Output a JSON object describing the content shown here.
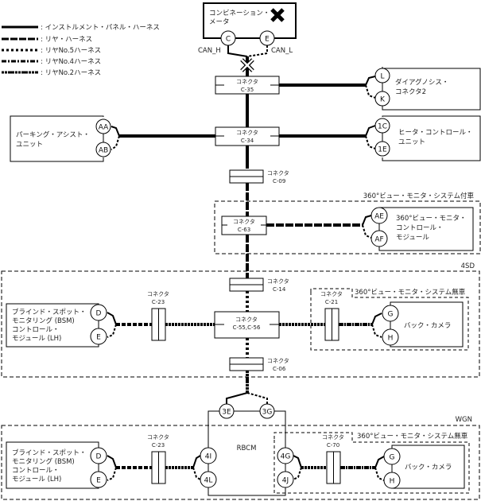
{
  "legend": [
    {
      "style": "solid",
      "label": ": インストルメント・パネル・ハーネス"
    },
    {
      "style": "dash",
      "label": ": リヤ・ハーネス"
    },
    {
      "style": "dot",
      "label": ": リヤNo.5ハーネス"
    },
    {
      "style": "dashdot",
      "label": ": リヤNo.4ハーネス"
    },
    {
      "style": "dashdotdot",
      "label": ": リヤNo.2ハーネス"
    }
  ],
  "combination_meter": {
    "label_line1": "コンビネーション・",
    "label_line2": "メータ",
    "pin_c": "C",
    "pin_e": "E",
    "can_h": "CAN_H",
    "can_l": "CAN_L"
  },
  "connectors": {
    "c35": {
      "line1": "コネクタ",
      "line2": "C-35"
    },
    "c34": {
      "line1": "コネクタ",
      "line2": "C-34"
    },
    "c09": {
      "line1": "コネクタ",
      "line2": "C-09"
    },
    "c63": {
      "line1": "コネクタ",
      "line2": "C-63"
    },
    "c14": {
      "line1": "コネクタ",
      "line2": "C-14"
    },
    "c55": {
      "line1": "コネクタ",
      "line2": "C-55,C-56"
    },
    "c06": {
      "line1": "コネクタ",
      "line2": "C-06"
    },
    "c23a": {
      "line1": "コネクタ",
      "line2": "C-23"
    },
    "c21": {
      "line1": "コネクタ",
      "line2": "C-21"
    },
    "c23b": {
      "line1": "コネクタ",
      "line2": "C-23"
    },
    "c70": {
      "line1": "コネクタ",
      "line2": "C-70"
    }
  },
  "diag_connector": {
    "line1": "ダイアグノシス・",
    "line2": "コネクタ2",
    "pin1": "L",
    "pin2": "K"
  },
  "heater_unit": {
    "line1": "ヒータ・コントロール・",
    "line2": "ユニット",
    "pin1": "1C",
    "pin2": "1E"
  },
  "parking_assist": {
    "line1": "パーキング・アシスト・",
    "line2": "ユニット",
    "pin1": "AA",
    "pin2": "AB"
  },
  "zone_360_equipped": {
    "label": "360°ビュー・モニタ・システム付車"
  },
  "view_monitor_module": {
    "line1": "360°ビュー・モニタ・",
    "line2": "コントロール・",
    "line3": "モジュール",
    "pin1": "AE",
    "pin2": "AF"
  },
  "zone_4sd": {
    "label": "4SD"
  },
  "zone_wgn": {
    "label": "WGN"
  },
  "zone_360_none_4sd": {
    "label": "360°ビュー・モニタ・システム無車"
  },
  "zone_360_none_wgn": {
    "label": "360°ビュー・モニタ・システム無車"
  },
  "bsm_4sd": {
    "line1": "ブラインド・スポット・",
    "line2": "モニタリング (BSM)",
    "line3": "コントロール・",
    "line4": "モジュール (LH)",
    "pin1": "D",
    "pin2": "E"
  },
  "bsm_wgn": {
    "line1": "ブラインド・スポット・",
    "line2": "モニタリング (BSM)",
    "line3": "コントロール・",
    "line4": "モジュール (LH)",
    "pin1": "D",
    "pin2": "E"
  },
  "back_camera_4sd": {
    "label": "バック・カメラ",
    "pin1": "G",
    "pin2": "H"
  },
  "back_camera_wgn": {
    "label": "バック・カメラ",
    "pin1": "G",
    "pin2": "H"
  },
  "rbcm": {
    "label": "RBCM",
    "pin_3e": "3E",
    "pin_3g": "3G",
    "pin_4i": "4I",
    "pin_4l": "4L",
    "pin_4g": "4G",
    "pin_4j": "4J"
  }
}
